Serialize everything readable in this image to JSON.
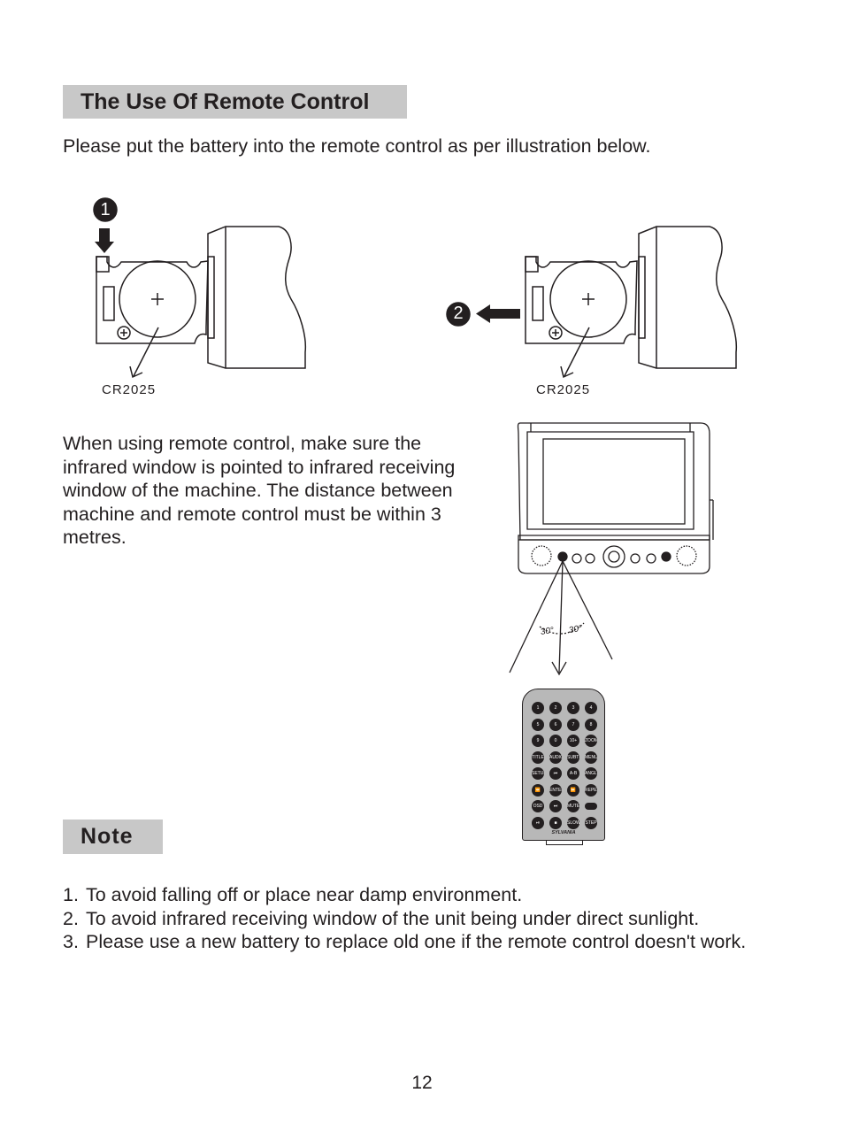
{
  "section_title": "The Use Of Remote Control",
  "intro": "Please put the battery into the remote control as per  illustration below.",
  "battery_figures": [
    {
      "step": "1",
      "label": "CR2025"
    },
    {
      "step": "2",
      "label": "CR2025"
    }
  ],
  "usage_text": [
    "When using remote control, make sure the",
    "infrared window is pointed to infrared receiving",
    "window of the machine. The distance between",
    "machine and remote control must be within 3",
    "metres."
  ],
  "angle_labels": [
    "30°",
    "30°"
  ],
  "remote": {
    "brand": "SYLVANIA",
    "button_rows": [
      [
        "1",
        "2",
        "3",
        "4"
      ],
      [
        "5",
        "6",
        "7",
        "8"
      ],
      [
        "9",
        "0",
        "10+",
        "ZOOM"
      ],
      [
        "TITLE",
        "AUDIO",
        "SUBTITLE",
        "MENU"
      ],
      [
        "SETUP",
        "⏮",
        "A-B",
        "ANGLE"
      ],
      [
        "⏪",
        "ENTER",
        "⏩",
        "REPEAT"
      ],
      [
        "OSD",
        "⏭",
        "MUTE",
        ""
      ],
      [
        "⏯",
        "■",
        "SLOW",
        "STEP"
      ]
    ]
  },
  "note_title": "Note",
  "notes": [
    {
      "num": "1.",
      "text": "To avoid falling off or place near damp environment."
    },
    {
      "num": "2.",
      "text": "To avoid infrared receiving window of the unit being under direct sunlight."
    },
    {
      "num": "3.",
      "text": "Please use a new battery to replace old one if the remote control doesn't work."
    }
  ],
  "page_number": "12"
}
